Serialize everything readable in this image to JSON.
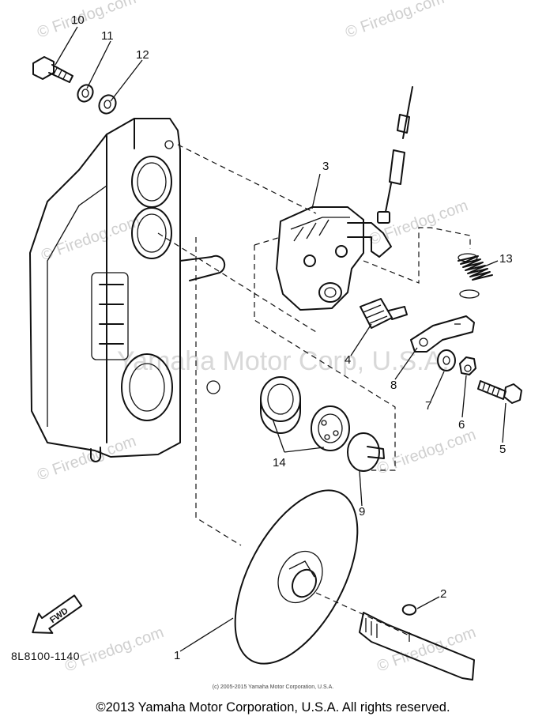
{
  "watermark": {
    "site": "© Firedog.com",
    "big": "Yamaha Motor Corp, U.S.A."
  },
  "callouts": [
    "1",
    "2",
    "3",
    "4",
    "5",
    "6",
    "7",
    "8",
    "9",
    "10",
    "11",
    "12",
    "13",
    "14"
  ],
  "direction_arrow": "FWD",
  "part_code": "8L8100-1140",
  "copyright_small": "(c) 2005-2015 Yamaha Motor Corporation, U.S.A.",
  "copyright": "©2013 Yamaha Motor Corporation, U.S.A. All rights reserved."
}
